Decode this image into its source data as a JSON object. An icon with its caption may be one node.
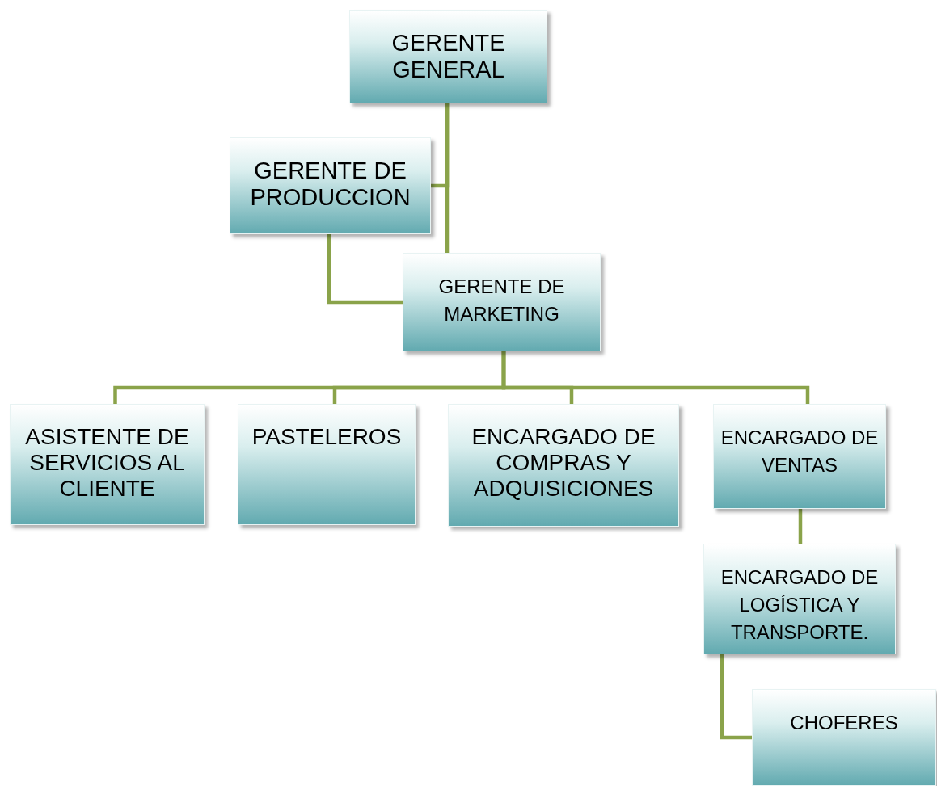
{
  "diagram": {
    "nodes": [
      {
        "text": [
          "GERENTE GENERAL"
        ]
      },
      {
        "text": [
          "GERENTE DE PRODUCCION"
        ]
      },
      {
        "text": [
          "GERENTE DE MARKETING"
        ]
      },
      {
        "text": [
          "ASISTENTE DE SERVICIOS AL CLIENTE"
        ]
      },
      {
        "text": [
          "PASTELEROS"
        ]
      },
      {
        "text": [
          "ENCARGADO DE COMPRAS Y ADQUISICIONES"
        ]
      },
      {
        "text": [
          "ENCARGADO DE VENTAS"
        ]
      },
      {
        "text": [
          "ENCARGADO DE LOGÍSTICA Y TRANSPORTE."
        ]
      },
      {
        "text": [
          "CHOFERES"
        ]
      }
    ],
    "edges": [
      {
        "from": 0,
        "to": 1,
        "arrow": "none"
      },
      {
        "from": 0,
        "to": 2,
        "arrow": "none"
      },
      {
        "from": 1,
        "to": 2,
        "arrow": "none"
      },
      {
        "from": 2,
        "to": 3,
        "arrow": "none"
      },
      {
        "from": 2,
        "to": 4,
        "arrow": "none"
      },
      {
        "from": 2,
        "to": 5,
        "arrow": "none"
      },
      {
        "from": 2,
        "to": 6,
        "arrow": "none"
      },
      {
        "from": 6,
        "to": 7,
        "arrow": "none"
      },
      {
        "from": 7,
        "to": 8,
        "arrow": "none"
      }
    ]
  }
}
